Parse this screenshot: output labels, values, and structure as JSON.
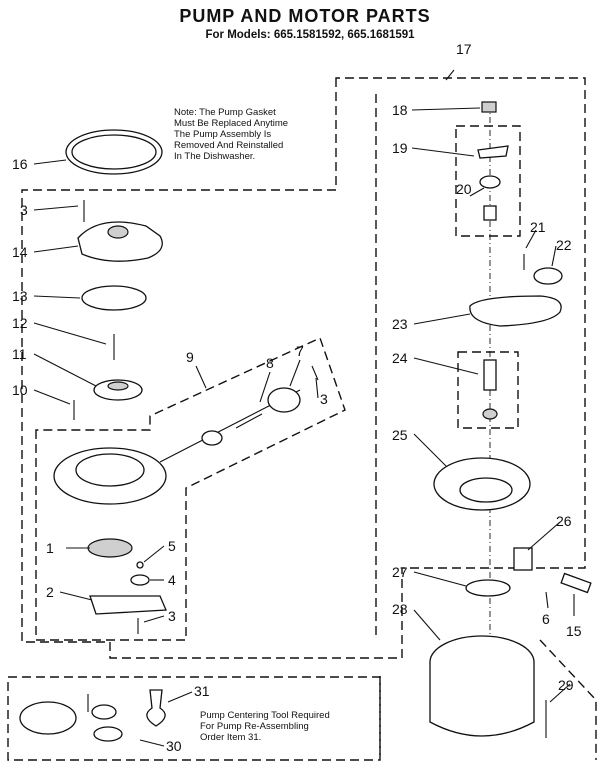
{
  "title": "PUMP AND MOTOR PARTS",
  "subtitle": "For Models: 665.1581592, 665.1681591",
  "note_top": [
    "Note: The Pump Gasket",
    "Must Be Replaced Anytime",
    "The Pump Assembly Is",
    "Removed And Reinstalled",
    "In The Dishwasher."
  ],
  "note_bottom": [
    "Pump Centering Tool Required",
    "For Pump Re-Assembling",
    "Order Item 31."
  ],
  "callouts": {
    "c1": "1",
    "c2": "2",
    "c3a": "3",
    "c3b": "3",
    "c3c": "3",
    "c4": "4",
    "c5": "5",
    "c6": "6",
    "c7": "7",
    "c8": "8",
    "c9": "9",
    "c10": "10",
    "c11": "11",
    "c12": "12",
    "c13": "13",
    "c14": "14",
    "c15": "15",
    "c16": "16",
    "c17": "17",
    "c18": "18",
    "c19": "19",
    "c20": "20",
    "c21": "21",
    "c22": "22",
    "c23": "23",
    "c24": "24",
    "c25": "25",
    "c26": "26",
    "c27": "27",
    "c28": "28",
    "c29": "29",
    "c30": "30",
    "c31": "31"
  }
}
